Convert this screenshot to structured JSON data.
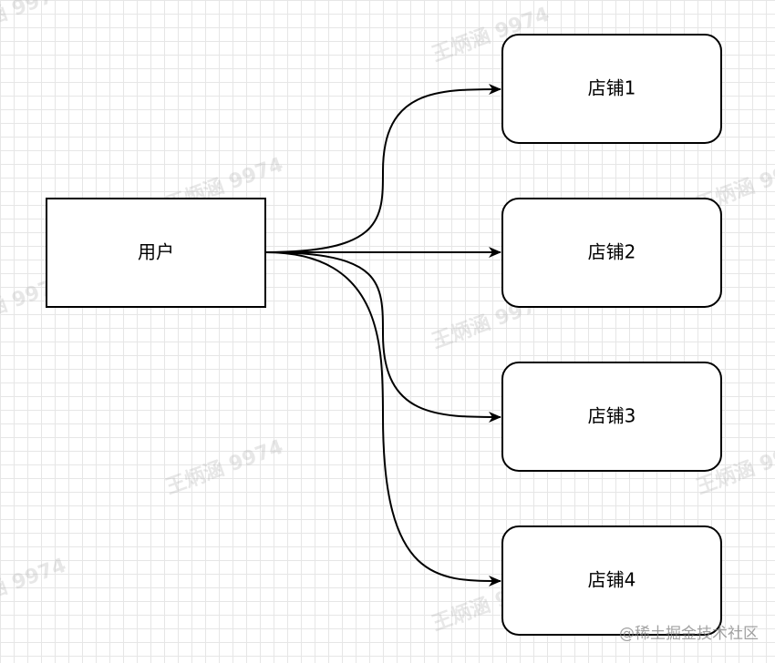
{
  "diagram": {
    "source": {
      "label": "用户"
    },
    "targets": [
      {
        "label": "店铺1"
      },
      {
        "label": "店铺2"
      },
      {
        "label": "店铺3"
      },
      {
        "label": "店铺4"
      }
    ]
  },
  "watermark": {
    "text": "王炳涵 9974"
  },
  "footer": {
    "text": "@稀土掘金技术社区"
  },
  "colors": {
    "stroke": "#000000",
    "grid": "#e6e6e6",
    "background": "#ffffff"
  }
}
